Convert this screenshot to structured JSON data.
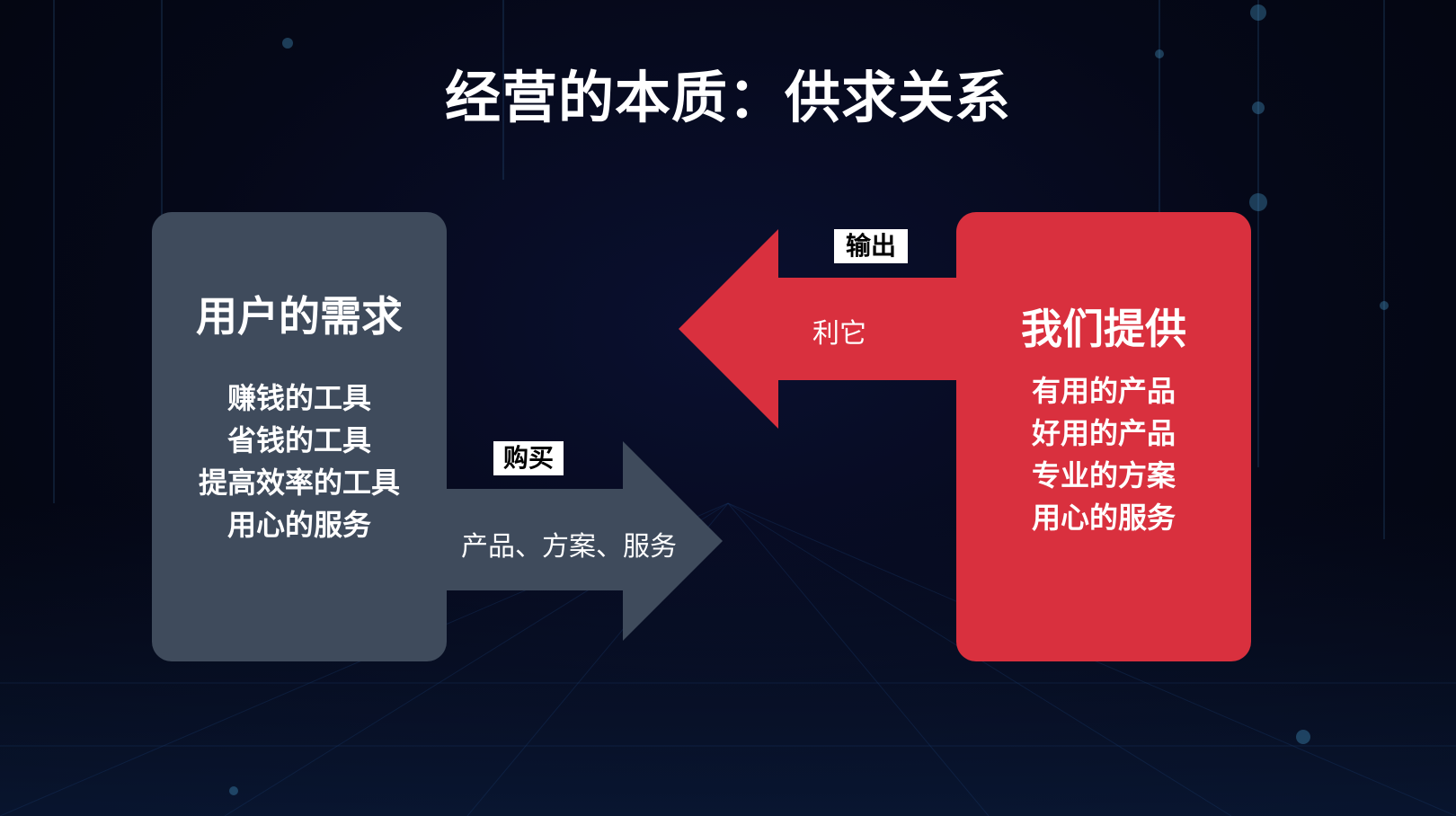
{
  "title": "经营的本质：供求关系",
  "left_box": {
    "title": "用户的需求",
    "items": [
      "赚钱的工具",
      "省钱的工具",
      "提高效率的工具",
      "用心的服务"
    ]
  },
  "right_box": {
    "title": "我们提供",
    "items": [
      "有用的产品",
      "好用的产品",
      "专业的方案",
      "用心的服务"
    ]
  },
  "arrow_left": {
    "tag": "输出",
    "text": "利它"
  },
  "arrow_right": {
    "tag": "购买",
    "text": "产品、方案、服务"
  },
  "colors": {
    "background": "#05081a",
    "left_box": "#3f4b5c",
    "right_box": "#d9303e"
  }
}
